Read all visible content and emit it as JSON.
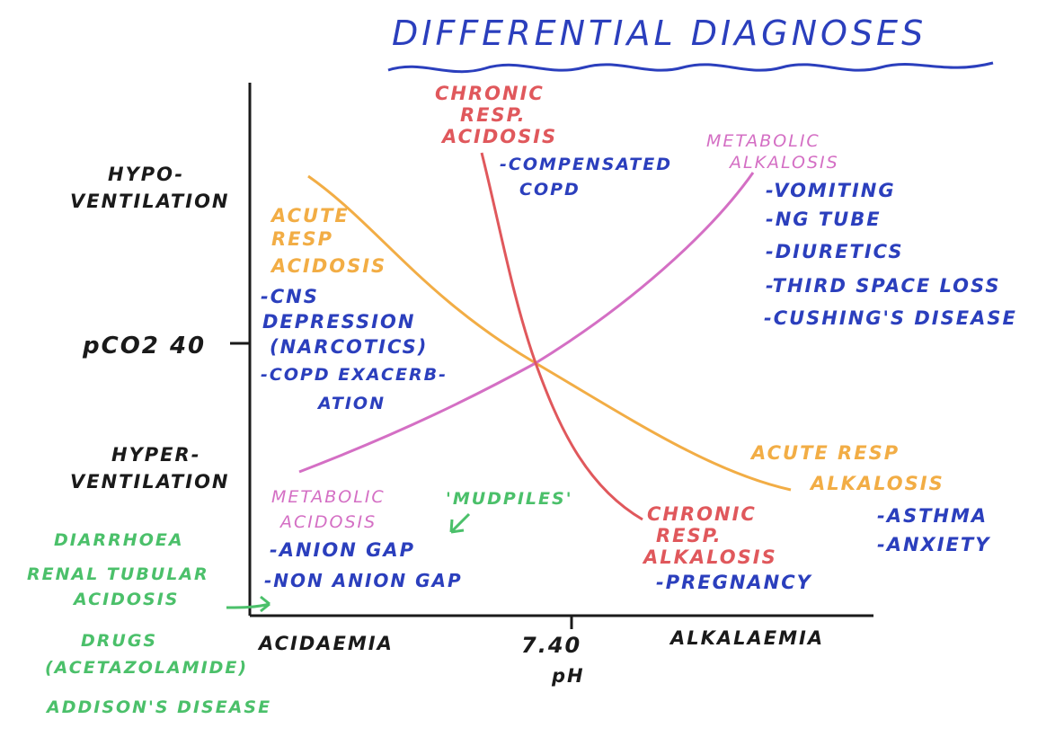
{
  "title": "DIFFERENTIAL DIAGNOSES",
  "axes": {
    "y_top": [
      "HYPO-",
      "VENTILATION"
    ],
    "y_mid": "pCO2 40",
    "y_bottom": [
      "HYPER-",
      "VENTILATION"
    ],
    "x_left": "ACIDAEMIA",
    "x_mid": "7.40",
    "x_label": "pH",
    "x_right": "ALKALAEMIA"
  },
  "chronic_resp_acidosis": {
    "label": [
      "CHRONIC",
      "RESP.",
      "ACIDOSIS"
    ],
    "items": [
      "-COMPENSATED",
      "COPD"
    ]
  },
  "metabolic_alkalosis": {
    "label": [
      "METABOLIC",
      "ALKALOSIS"
    ],
    "items": [
      "-VOMITING",
      "-NG TUBE",
      "-DIURETICS",
      "-THIRD SPACE LOSS",
      "-CUSHING'S DISEASE"
    ]
  },
  "acute_resp_acidosis": {
    "label": [
      "ACUTE",
      "RESP",
      "ACIDOSIS"
    ],
    "items": [
      "-CNS",
      "DEPRESSION",
      "(NARCOTICS)",
      "-COPD EXACERB-",
      "ATION"
    ]
  },
  "acute_resp_alkalosis": {
    "label": [
      "ACUTE RESP",
      "ALKALOSIS"
    ],
    "items": [
      "-ASTHMA",
      "-ANXIETY"
    ]
  },
  "metabolic_acidosis": {
    "label": [
      "METABOLIC",
      "ACIDOSIS"
    ],
    "mnemonic": "'MUDPILES'",
    "items": [
      "-ANION GAP",
      "-NON ANION GAP"
    ],
    "non_anion_gap_causes": [
      "DIARRHOEA",
      "RENAL TUBULAR",
      "ACIDOSIS",
      "DRUGS",
      "(ACETAZOLAMIDE)",
      "ADDISON'S DISEASE"
    ]
  },
  "chronic_resp_alkalosis": {
    "label": [
      "CHRONIC",
      "RESP.",
      "ALKALOSIS"
    ],
    "items": [
      "-PREGNANCY"
    ]
  },
  "colors": {
    "blue": "#2b3fbd",
    "orange": "#f2ad45",
    "red": "#e0585c",
    "pink": "#d46fc4",
    "green": "#4bc06a",
    "black": "#1a1a1a"
  }
}
